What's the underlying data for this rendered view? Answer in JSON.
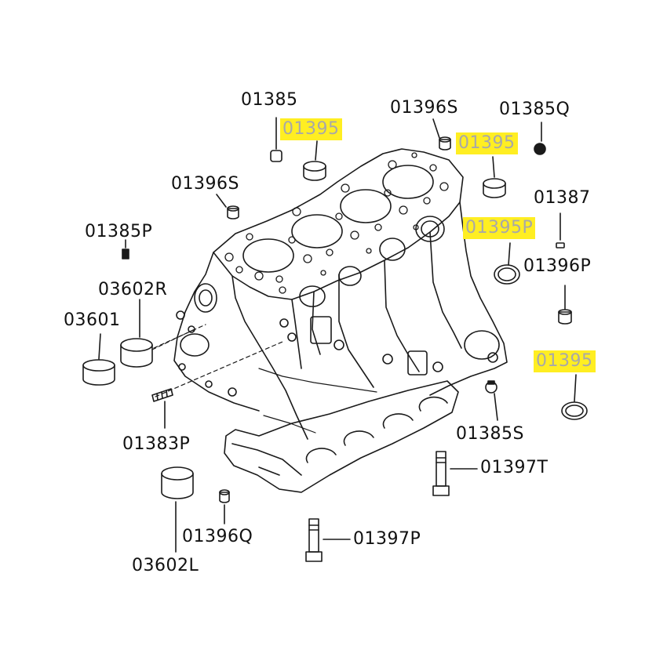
{
  "diagram": {
    "highlight_color": "#ffee22",
    "line_color": "#1a1a1a",
    "labels": {
      "p01385": "01385",
      "p01395_a": "01395",
      "p01396s_a": "01396S",
      "p01395_b": "01395",
      "p01385q": "01385Q",
      "p01396s_b": "01396S",
      "p01387": "01387",
      "p01385p": "01385P",
      "p01395p": "01395P",
      "p03602r": "03602R",
      "p01396p": "01396P",
      "p03601": "03601",
      "p01395_c": "01395",
      "p01385s": "01385S",
      "p01383p": "01383P",
      "p01397t": "01397T",
      "p01396q": "01396Q",
      "p01397p": "01397P",
      "p03602l": "03602L"
    }
  }
}
